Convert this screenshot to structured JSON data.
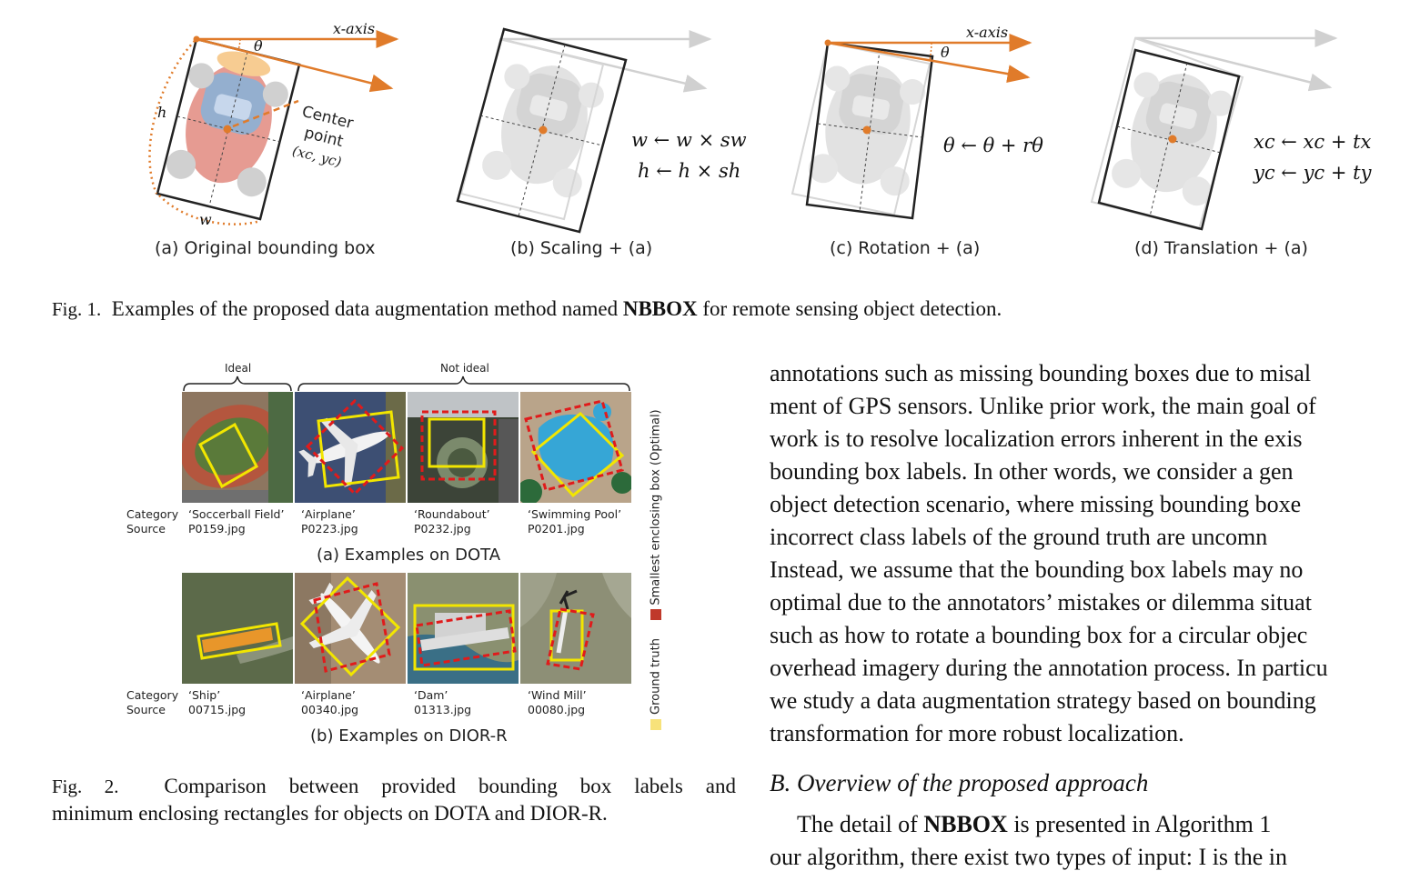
{
  "fig1": {
    "panels": [
      {
        "label": "(a) Original bounding box"
      },
      {
        "label": "(b) Scaling + (a)"
      },
      {
        "label": "(c) Rotation + (a)"
      },
      {
        "label": "(d) Translation + (a)"
      }
    ],
    "x_axis_label": "x-axis",
    "theta_symbol": "θ",
    "h_symbol": "h",
    "w_symbol": "w",
    "center_label_line1": "Center",
    "center_label_line2": "point",
    "center_label_line3": "(xc, yc)",
    "scaling_eq1": "w ← w × sw",
    "scaling_eq2": "h ← h × sh",
    "rotation_eq": "θ ← θ + rθ",
    "translation_eq1": "xc ← xc + tx",
    "translation_eq2": "yc ← yc + ty",
    "caption_prefix": "Fig. 1.",
    "caption_text_before": "Examples of the proposed data augmentation method named",
    "caption_bold": "NBBOX",
    "caption_text_after": "for remote sensing object detection."
  },
  "fig2": {
    "ideal_label": "Ideal",
    "not_ideal_label": "Not ideal",
    "category_label": "Category",
    "source_label": "Source",
    "dota_caption": "(a) Examples on DOTA",
    "dior_caption": "(b) Examples on DIOR-R",
    "legend_optimal": "Smallest enclosing box (Optimal)",
    "legend_gt": "Ground truth",
    "dota": [
      {
        "category": "‘Soccerball Field’",
        "source": "P0159.jpg"
      },
      {
        "category": "‘Airplane’",
        "source": "P0223.jpg"
      },
      {
        "category": "‘Roundabout’",
        "source": "P0232.jpg"
      },
      {
        "category": "‘Swimming Pool’",
        "source": "P0201.jpg"
      }
    ],
    "dior": [
      {
        "category": "‘Ship’",
        "source": "00715.jpg"
      },
      {
        "category": "‘Airplane’",
        "source": "00340.jpg"
      },
      {
        "category": "‘Dam’",
        "source": "01313.jpg"
      },
      {
        "category": "‘Wind Mill’",
        "source": "00080.jpg"
      }
    ],
    "caption_prefix": "Fig. 2.",
    "caption_line1": "Comparison between provided bounding box labels and",
    "caption_line2": "minimum enclosing rectangles for objects on DOTA and DIOR-R."
  },
  "body": {
    "lines": [
      "annotations such as missing bounding boxes due to misal",
      "ment of GPS sensors. Unlike prior work, the main goal of",
      "work is to resolve localization errors inherent in the exis",
      "bounding box labels. In other words, we consider a gen",
      "object detection scenario, where missing bounding boxe",
      "incorrect class labels of the ground truth are uncomn",
      "Instead, we assume that the bounding box labels may no",
      "optimal due to the annotators’ mistakes or dilemma situat",
      "such as how to rotate a bounding box for a circular objec",
      "overhead imagery during the annotation process. In particu",
      "we study a data augmentation strategy based on bounding",
      "transformation for more robust localization."
    ],
    "section_heading": "B.  Overview of the proposed approach",
    "last_para_start": "The detail of",
    "last_para_bold": "NBBOX",
    "last_para_end": "is presented in Algorithm 1",
    "cut_line": "our algorithm, there exist two types of input: I is the in"
  },
  "colors": {
    "orange": "#e07b2a",
    "box": "#222222",
    "yellow": "#f2e600",
    "red": "#e01b1b",
    "legend_red": "#c0392b",
    "legend_yellow": "#f7e27a"
  }
}
